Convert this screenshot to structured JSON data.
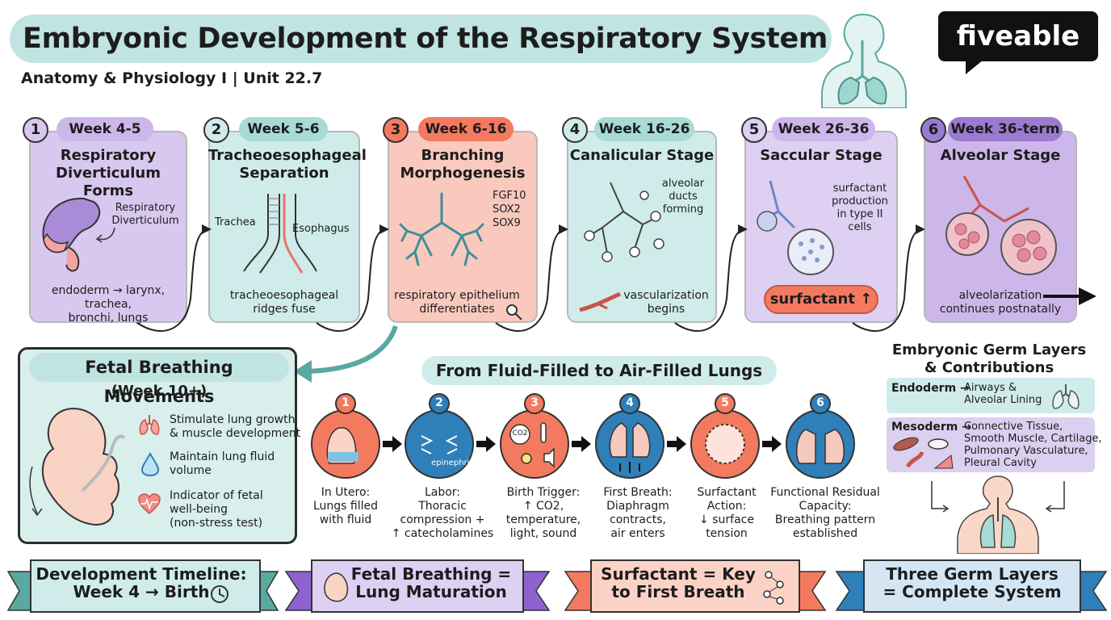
{
  "header": {
    "title": "Embryonic Development of the Respiratory System",
    "subtitle": "Anatomy & Physiology I | Unit 22.7",
    "logo": "fiveable"
  },
  "stages": [
    {
      "num": "1",
      "week": "Week 4-5",
      "title_l1": "Respiratory",
      "title_l2": "Diverticulum Forms",
      "label_l1": "Respiratory",
      "label_l2": "Diverticulum",
      "caption_l1": "endoderm → larynx, trachea,",
      "caption_l2": "bronchi, lungs"
    },
    {
      "num": "2",
      "week": "Week 5-6",
      "title_l1": "Tracheoesophageal",
      "title_l2": "Separation",
      "label_a": "Trachea",
      "label_b": "Esophagus",
      "caption_l1": "tracheoesophageal",
      "caption_l2": "ridges fuse"
    },
    {
      "num": "3",
      "week": "Week 6-16",
      "title_l1": "Branching",
      "title_l2": "Morphogenesis",
      "genes": [
        "FGF10",
        "SOX2",
        "SOX9"
      ],
      "caption_l1": "respiratory epithelium",
      "caption_l2": "differentiates"
    },
    {
      "num": "4",
      "week": "Week 16-26",
      "title_l1": "Canalicular Stage",
      "label_l1": "alveolar",
      "label_l2": "ducts",
      "label_l3": "forming",
      "caption_l1": "vascularization",
      "caption_l2": "begins"
    },
    {
      "num": "5",
      "week": "Week 26-36",
      "title_l1": "Saccular Stage",
      "label_l1": "surfactant",
      "label_l2": "production",
      "label_l3": "in type II",
      "label_l4": "cells",
      "pill": "surfactant ↑"
    },
    {
      "num": "6",
      "week": "Week 36-term",
      "title_l1": "Alveolar Stage",
      "caption_l1": "alveolarization",
      "caption_l2": "continues postnatally"
    }
  ],
  "fetal": {
    "title": "Fetal Breathing Movements",
    "subtitle": "(Week 10+)",
    "items": [
      {
        "l1": "Stimulate lung growth",
        "l2": "& muscle development",
        "l3": ""
      },
      {
        "l1": "Maintain lung fluid",
        "l2": "volume",
        "l3": ""
      },
      {
        "l1": "Indicator of fetal",
        "l2": "well-being",
        "l3": "(non-stress test)"
      }
    ]
  },
  "fluid": {
    "title": "From Fluid-Filled to Air-Filled Lungs",
    "steps": [
      {
        "num": "1",
        "l1": "In Utero:",
        "l2": "Lungs filled",
        "l3": "with fluid",
        "l4": ""
      },
      {
        "num": "2",
        "l1": "Labor:",
        "l2": "Thoracic",
        "l3": "compression +",
        "l4": "↑ catecholamines",
        "icon_label": "epinephrine"
      },
      {
        "num": "3",
        "l1": "Birth Trigger:",
        "l2": "↑ CO2,",
        "l3": "temperature,",
        "l4": "light, sound",
        "icon_label": "CO2"
      },
      {
        "num": "4",
        "l1": "First Breath:",
        "l2": "Diaphragm",
        "l3": "contracts,",
        "l4": "air enters"
      },
      {
        "num": "5",
        "l1": "Surfactant",
        "l2": "Action:",
        "l3": "↓ surface",
        "l4": "tension"
      },
      {
        "num": "6",
        "l1": "Functional Residual",
        "l2": "Capacity:",
        "l3": "Breathing pattern",
        "l4": "established"
      }
    ]
  },
  "germ": {
    "title_l1": "Embryonic Germ Layers",
    "title_l2": "& Contributions",
    "endo_name": "Endoderm",
    "endo_l1": "Airways &",
    "endo_l2": "Alveolar Lining",
    "meso_name": "Mesoderm",
    "meso_l1": "Connective Tissue,",
    "meso_l2": "Smooth Muscle, Cartilage,",
    "meso_l3": "Pulmonary Vasculature,",
    "meso_l4": "Pleural Cavity"
  },
  "banners": [
    {
      "l1": "Development Timeline:",
      "l2": "Week 4 → Birth"
    },
    {
      "l1": "Fetal Breathing =",
      "l2": "Lung Maturation"
    },
    {
      "l1": "Surfactant = Key",
      "l2": "to First Breath"
    },
    {
      "l1": "Three Germ Layers",
      "l2": "= Complete System"
    }
  ],
  "colors": {
    "teal": "#bfe4e1",
    "lavender": "#d8c8ef",
    "salmon": "#f9c9bd",
    "purple": "#cdb6ea",
    "coral": "#f47a5f",
    "blue": "#2f7fb8"
  }
}
